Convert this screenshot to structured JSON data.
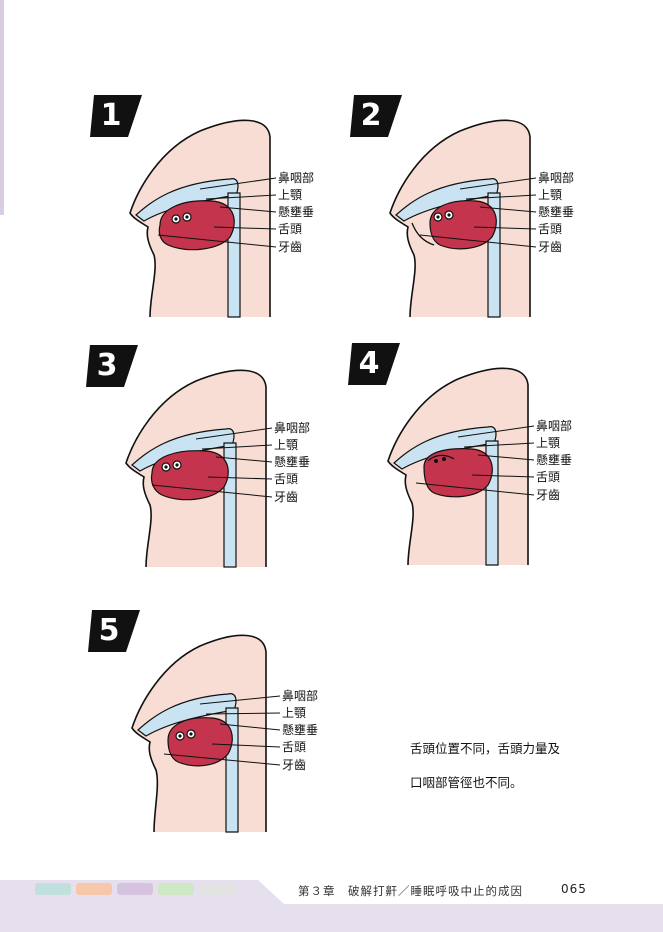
{
  "labels": [
    "鼻咽部",
    "上顎",
    "懸壅垂",
    "舌頭",
    "牙齒"
  ],
  "panels": [
    {
      "number": "1"
    },
    {
      "number": "2"
    },
    {
      "number": "3"
    },
    {
      "number": "4"
    },
    {
      "number": "5"
    }
  ],
  "caption": {
    "line1": "舌頭位置不同，舌頭力量及",
    "line2": "口咽部管徑也不同。"
  },
  "footer": {
    "chapter": "第３章　破解打鼾／睡眠呼吸中止的成因",
    "page": "065",
    "tab_colors": [
      "#bfe0dc",
      "#f6c7a8",
      "#d6c3e0",
      "#cfe8c4",
      "#e3e3e3"
    ]
  },
  "colors": {
    "skin": "#f7ddd3",
    "airway": "#c9e3f2",
    "tongue": "#c4354d",
    "accent": "#e6dfee"
  }
}
